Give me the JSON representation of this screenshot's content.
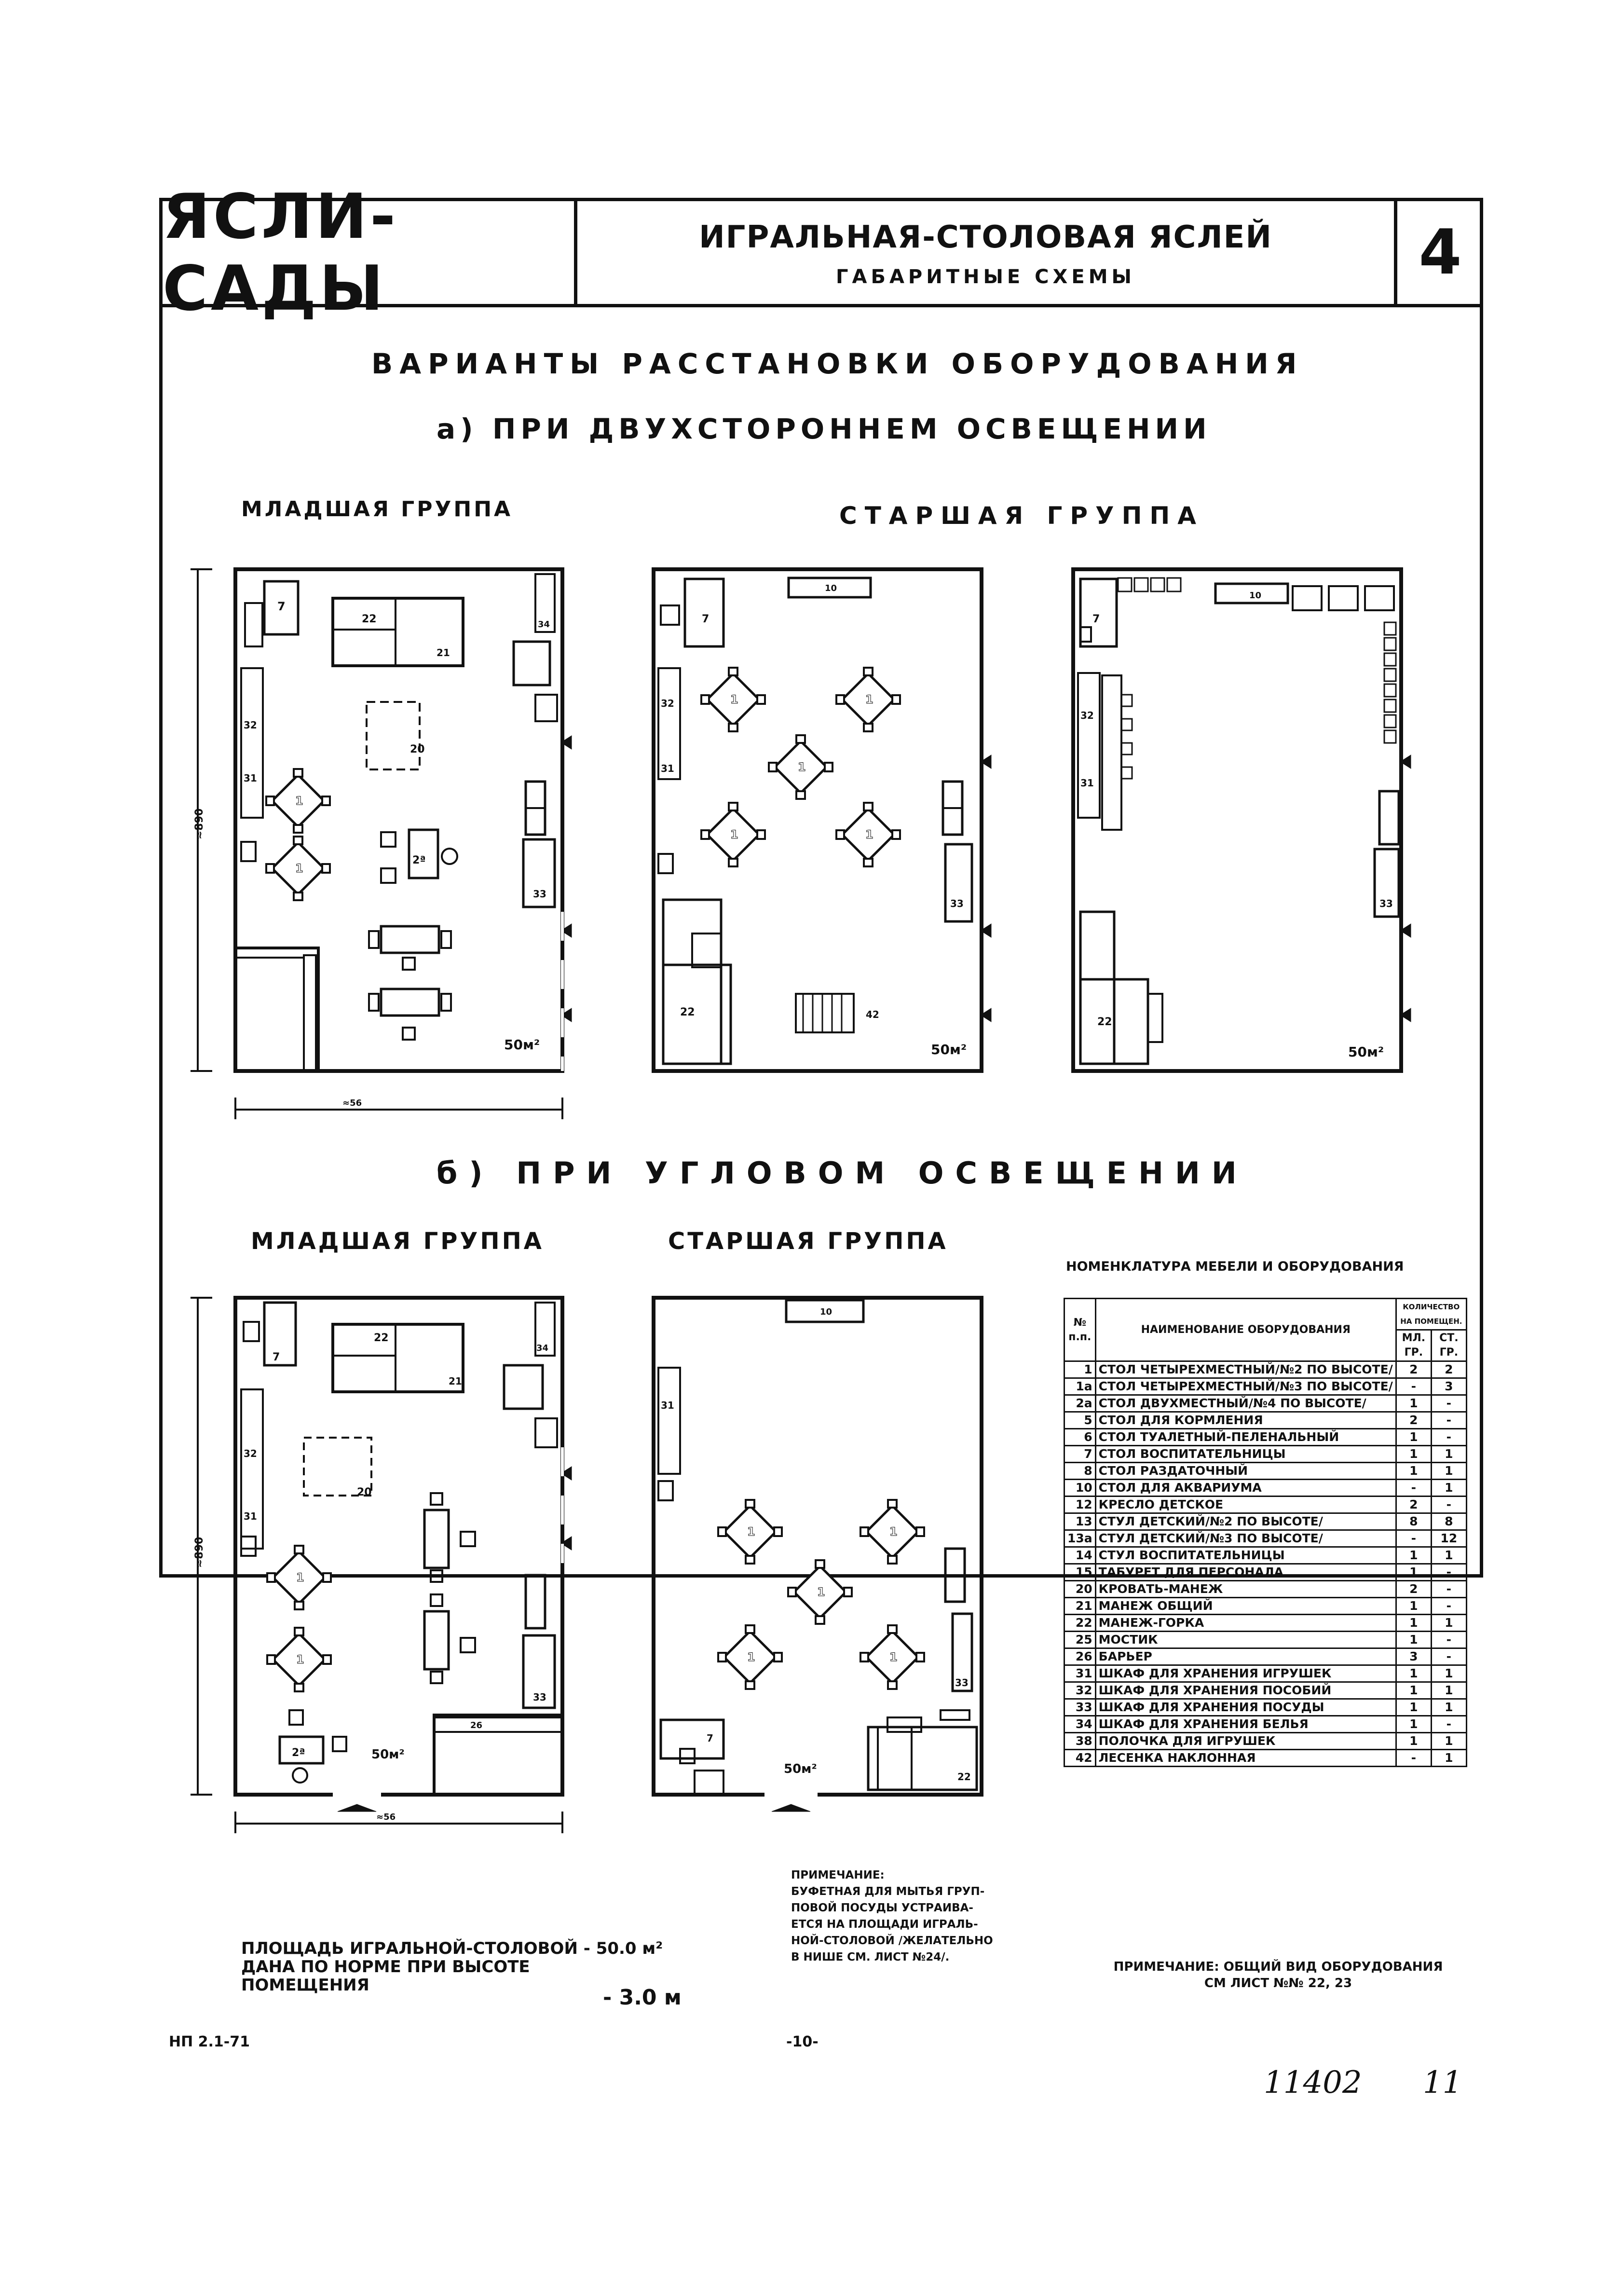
{
  "header": {
    "series": "ЯСЛИ-САДЫ",
    "title": "ИГРАЛЬНАЯ-СТОЛОВАЯ ЯСЛЕЙ",
    "subtitle": "ГАБАРИТНЫЕ СХЕМЫ",
    "sheet_number": "4"
  },
  "section_title": "ВАРИАНТЫ РАССТАНОВКИ ОБОРУДОВАНИЯ",
  "variant_a": {
    "label": "а) ПРИ ДВУХСТОРОННЕМ ОСВЕЩЕНИИ",
    "younger_group": "МЛАДШАЯ ГРУППА",
    "older_group": "СТАРШАЯ ГРУППА",
    "area_label": "50м²",
    "dim_vertical": "≈890",
    "dim_horizontal": "≈56"
  },
  "variant_b": {
    "label": "б) ПРИ УГЛОВОМ ОСВЕЩЕНИИ",
    "younger_group": "МЛАДШАЯ ГРУППА",
    "older_group": "СТАРШАЯ ГРУППА",
    "area_label": "50м²",
    "dim_vertical": "≈890",
    "dim_horizontal": "≈56"
  },
  "nomenclature": {
    "title": "НОМЕНКЛАТУРА МЕБЕЛИ И ОБОРУДОВАНИЯ",
    "col_no": "№ п.п.",
    "col_name": "НАИМЕНОВАНИЕ ОБОРУДОВАНИЯ",
    "col_qty": "КОЛИЧЕСТВО НА ПОМЕЩЕН.",
    "col_young": "МЛ. ГР.",
    "col_old": "СТ. ГР.",
    "rows": [
      {
        "no": "1",
        "name": "СТОЛ ЧЕТЫРЕХМЕСТНЫЙ/№2 ПО ВЫСОТЕ/",
        "young": "2",
        "old": "2"
      },
      {
        "no": "1а",
        "name": "СТОЛ ЧЕТЫРЕХМЕСТНЫЙ/№3 ПО ВЫСОТЕ/",
        "young": "-",
        "old": "3"
      },
      {
        "no": "2а",
        "name": "СТОЛ ДВУХМЕСТНЫЙ/№4 ПО ВЫСОТЕ/",
        "young": "1",
        "old": "-"
      },
      {
        "no": "5",
        "name": "СТОЛ ДЛЯ КОРМЛЕНИЯ",
        "young": "2",
        "old": "-"
      },
      {
        "no": "6",
        "name": "СТОЛ ТУАЛЕТНЫЙ-ПЕЛЕНАЛЬНЫЙ",
        "young": "1",
        "old": "-"
      },
      {
        "no": "7",
        "name": "СТОЛ ВОСПИТАТЕЛЬНИЦЫ",
        "young": "1",
        "old": "1"
      },
      {
        "no": "8",
        "name": "СТОЛ РАЗДАТОЧНЫЙ",
        "young": "1",
        "old": "1"
      },
      {
        "no": "10",
        "name": "СТОЛ ДЛЯ АКВАРИУМА",
        "young": "-",
        "old": "1"
      },
      {
        "no": "12",
        "name": "КРЕСЛО ДЕТСКОЕ",
        "young": "2",
        "old": "-"
      },
      {
        "no": "13",
        "name": "СТУЛ ДЕТСКИЙ/№2 ПО ВЫСОТЕ/",
        "young": "8",
        "old": "8"
      },
      {
        "no": "13а",
        "name": "СТУЛ ДЕТСКИЙ/№3 ПО ВЫСОТЕ/",
        "young": "-",
        "old": "12"
      },
      {
        "no": "14",
        "name": "СТУЛ ВОСПИТАТЕЛЬНИЦЫ",
        "young": "1",
        "old": "1"
      },
      {
        "no": "15",
        "name": "ТАБУРЕТ ДЛЯ ПЕРСОНАЛА",
        "young": "1",
        "old": "-"
      },
      {
        "no": "20",
        "name": "КРОВАТЬ-МАНЕЖ",
        "young": "2",
        "old": "-"
      },
      {
        "no": "21",
        "name": "МАНЕЖ ОБЩИЙ",
        "young": "1",
        "old": "-"
      },
      {
        "no": "22",
        "name": "МАНЕЖ-ГОРКА",
        "young": "1",
        "old": "1"
      },
      {
        "no": "25",
        "name": "МОСТИК",
        "young": "1",
        "old": "-"
      },
      {
        "no": "26",
        "name": "БАРЬЕР",
        "young": "3",
        "old": "-"
      },
      {
        "no": "31",
        "name": "ШКАФ ДЛЯ ХРАНЕНИЯ ИГРУШЕК",
        "young": "1",
        "old": "1"
      },
      {
        "no": "32",
        "name": "ШКАФ ДЛЯ ХРАНЕНИЯ ПОСОБИЙ",
        "young": "1",
        "old": "1"
      },
      {
        "no": "33",
        "name": "ШКАФ ДЛЯ ХРАНЕНИЯ ПОСУДЫ",
        "young": "1",
        "old": "1"
      },
      {
        "no": "34",
        "name": "ШКАФ ДЛЯ ХРАНЕНИЯ БЕЛЬЯ",
        "young": "1",
        "old": "-"
      },
      {
        "no": "38",
        "name": "ПОЛОЧКА ДЛЯ ИГРУШЕК",
        "young": "1",
        "old": "1"
      },
      {
        "no": "42",
        "name": "ЛЕСЕНКА НАКЛОННАЯ",
        "young": "-",
        "old": "1"
      }
    ],
    "footnote_line1": "ПРИМЕЧАНИЕ: ОБЩИЙ ВИД ОБОРУДОВАНИЯ",
    "footnote_line2": "СМ ЛИСТ №№ 22, 23"
  },
  "note_center": {
    "title": "ПРИМЕЧАНИЕ:",
    "lines": [
      "БУФЕТНАЯ ДЛЯ МЫТЬЯ ГРУП-",
      "ПОВОЙ ПОСУДЫ УСТРАИВА-",
      "ЕТСЯ НА ПЛОЩАДИ ИГРАЛЬ-",
      "НОЙ-СТОЛОВОЙ /ЖЕЛАТЕЛЬНО",
      "В НИШЕ СМ. ЛИСТ №24/."
    ]
  },
  "area_note": {
    "line1": "ПЛОЩАДЬ ИГРАЛЬНОЙ-СТОЛОВОЙ - 50.0 м²",
    "line2": "ДАНА ПО НОРМЕ ПРИ ВЫСОТЕ",
    "line3": "ПОМЕЩЕНИЯ",
    "height_value": "- 3.0 м"
  },
  "footer": {
    "code": "НП 2.1-71",
    "page": "-10-",
    "stamp_number": "11402",
    "stamp_sheet": "11"
  }
}
